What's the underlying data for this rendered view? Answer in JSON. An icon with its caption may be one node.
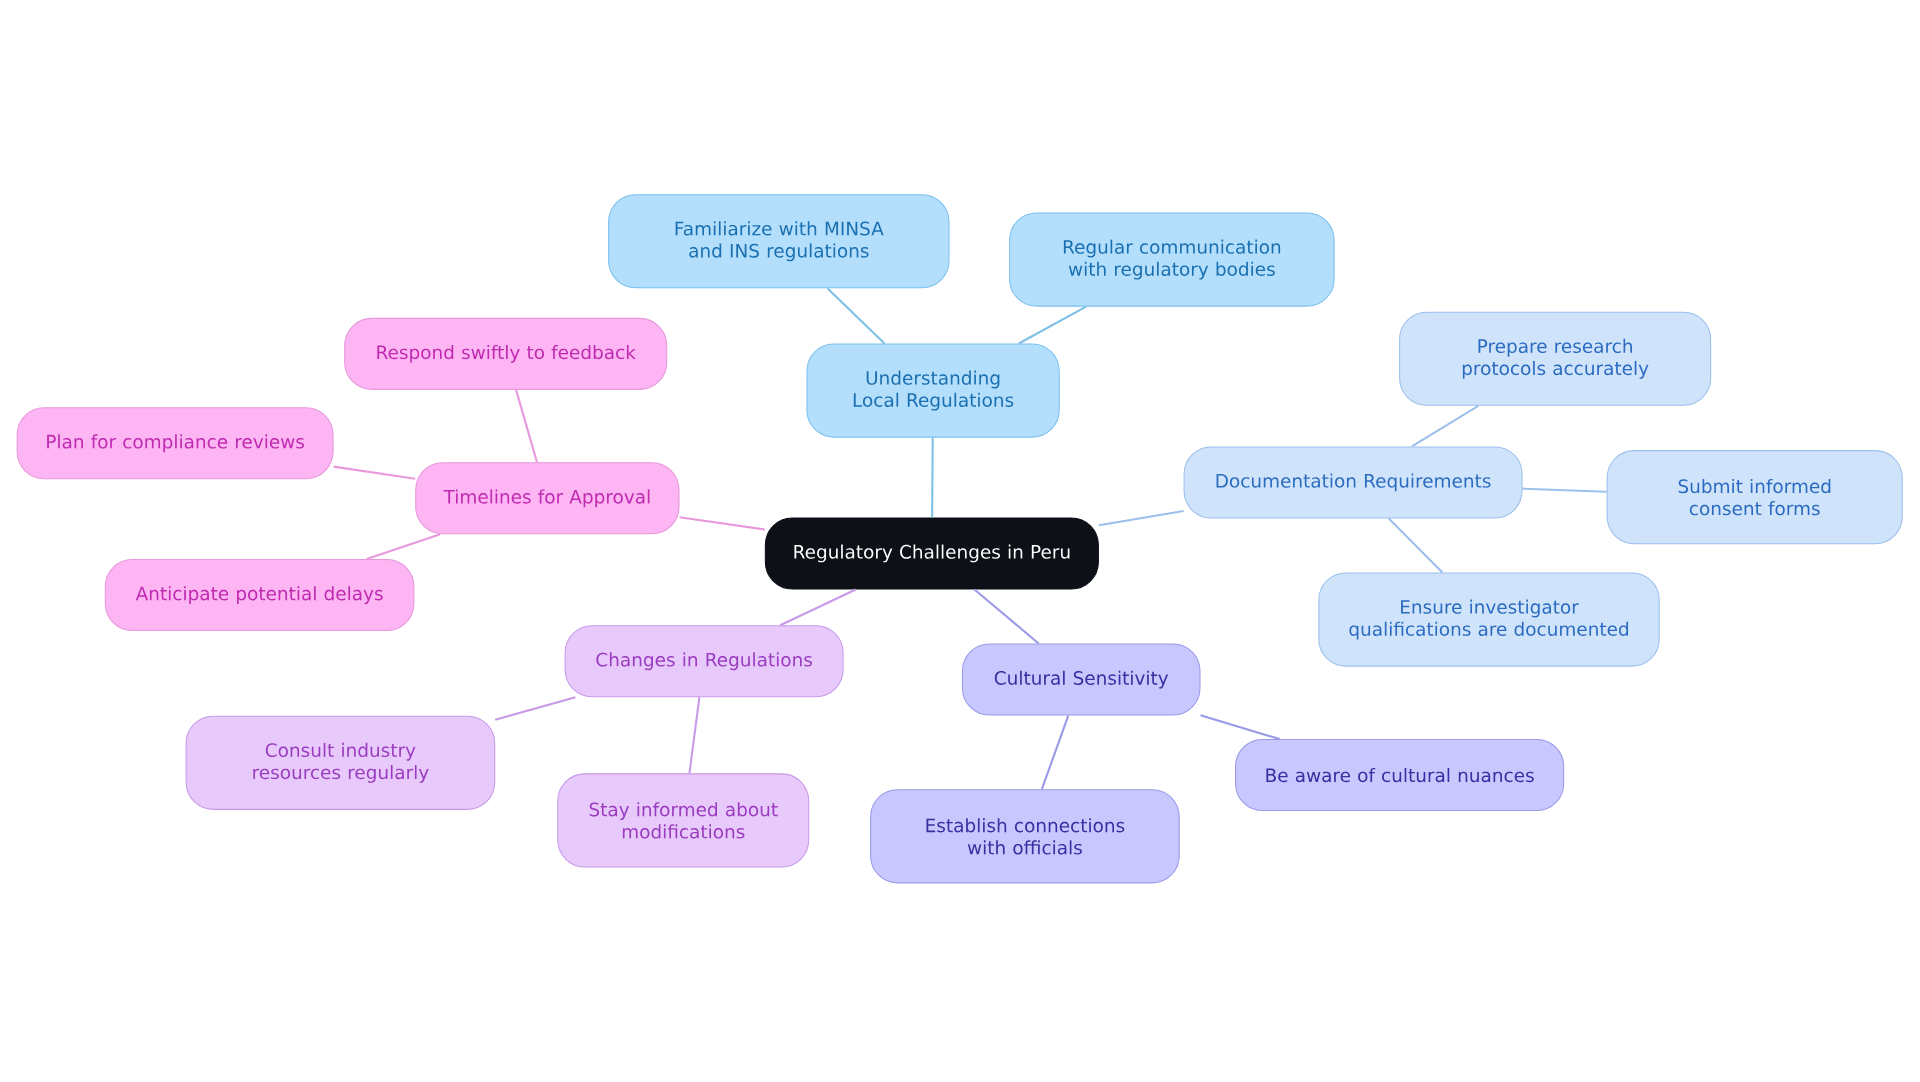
{
  "diagram": {
    "nodes": [
      {
        "text": [
          "Regulatory Challenges in Peru"
        ]
      },
      {
        "text": [
          "Understanding Local Regulations"
        ]
      },
      {
        "text": [
          "Familiarize with MINSA and INS regulations"
        ]
      },
      {
        "text": [
          "Regular communication with regulatory bodies"
        ]
      },
      {
        "text": [
          "Documentation Requirements"
        ]
      },
      {
        "text": [
          "Prepare research protocols accurately"
        ]
      },
      {
        "text": [
          "Submit informed consent forms"
        ]
      },
      {
        "text": [
          "Ensure investigator qualifications are documented"
        ]
      },
      {
        "text": [
          "Cultural Sensitivity"
        ]
      },
      {
        "text": [
          "Be aware of cultural nuances"
        ]
      },
      {
        "text": [
          "Establish connections with officials"
        ]
      },
      {
        "text": [
          "Changes in Regulations"
        ]
      },
      {
        "text": [
          "Consult industry resources regularly"
        ]
      },
      {
        "text": [
          "Stay informed about modifications"
        ]
      },
      {
        "text": [
          "Timelines for Approval"
        ]
      },
      {
        "text": [
          "Respond swiftly to feedback"
        ]
      },
      {
        "text": [
          "Plan for compliance reviews"
        ]
      },
      {
        "text": [
          "Anticipate potential delays"
        ]
      }
    ],
    "edges": [
      {
        "from": 0,
        "to": 1,
        "arrow": "none",
        "color": "#7fbfe8"
      },
      {
        "from": 1,
        "to": 2,
        "arrow": "none",
        "color": "#7fbfe8"
      },
      {
        "from": 1,
        "to": 3,
        "arrow": "none",
        "color": "#7fbfe8"
      },
      {
        "from": 0,
        "to": 4,
        "arrow": "none",
        "color": "#9cc0ec"
      },
      {
        "from": 4,
        "to": 5,
        "arrow": "none",
        "color": "#9cc0ec"
      },
      {
        "from": 4,
        "to": 6,
        "arrow": "none",
        "color": "#9cc0ec"
      },
      {
        "from": 4,
        "to": 7,
        "arrow": "none",
        "color": "#9cc0ec"
      },
      {
        "from": 0,
        "to": 8,
        "arrow": "none",
        "color": "#9a9ae8"
      },
      {
        "from": 8,
        "to": 9,
        "arrow": "none",
        "color": "#9a9ae8"
      },
      {
        "from": 8,
        "to": 10,
        "arrow": "none",
        "color": "#9a9ae8"
      },
      {
        "from": 0,
        "to": 11,
        "arrow": "none",
        "color": "#c99ae8"
      },
      {
        "from": 11,
        "to": 12,
        "arrow": "none",
        "color": "#c99ae8"
      },
      {
        "from": 11,
        "to": 13,
        "arrow": "none",
        "color": "#c99ae8"
      },
      {
        "from": 0,
        "to": 14,
        "arrow": "none",
        "color": "#e898dc"
      },
      {
        "from": 14,
        "to": 15,
        "arrow": "none",
        "color": "#e898dc"
      },
      {
        "from": 14,
        "to": 16,
        "arrow": "none",
        "color": "#e898dc"
      },
      {
        "from": 14,
        "to": 17,
        "arrow": "none",
        "color": "#e898dc"
      }
    ]
  }
}
